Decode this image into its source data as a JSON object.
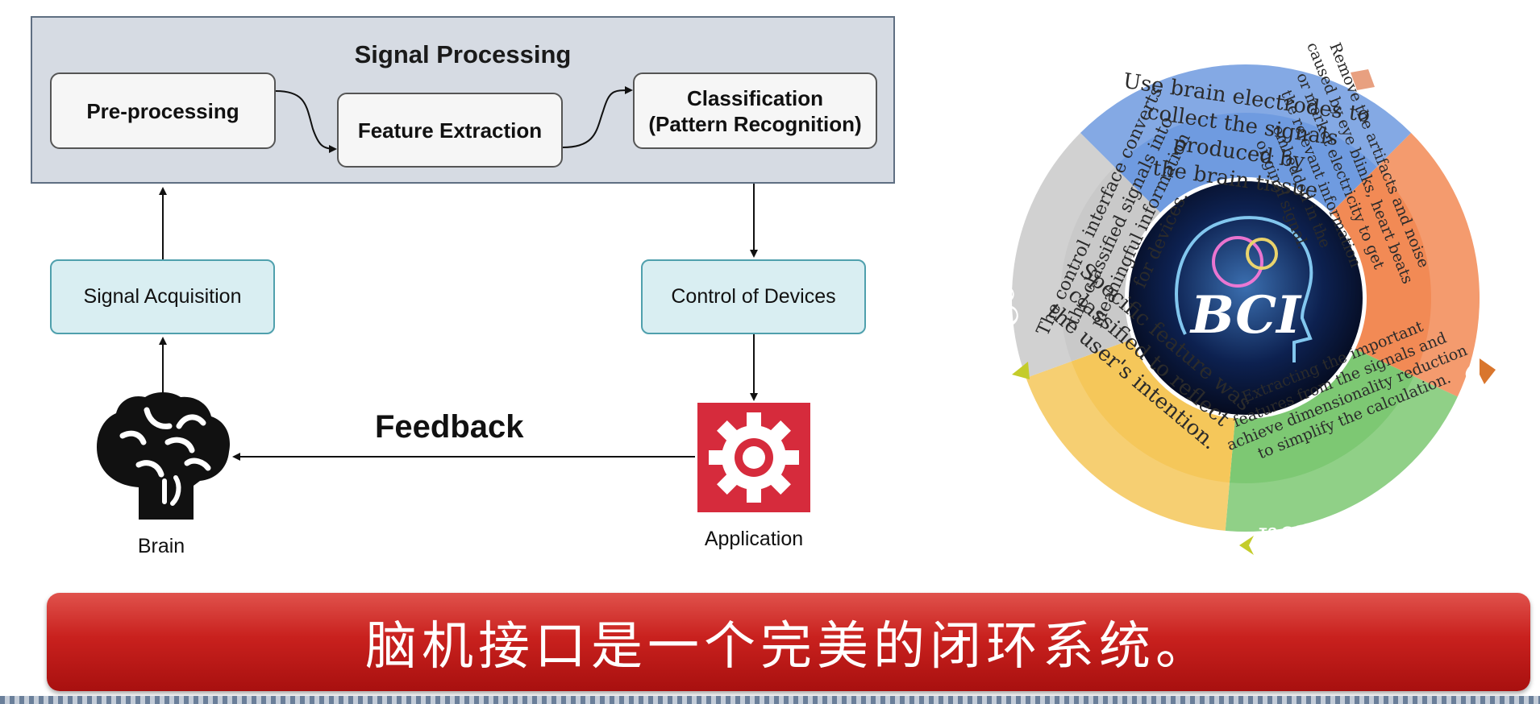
{
  "flowchart": {
    "signal_processing_title": "Signal Processing",
    "pre_processing": "Pre-processing",
    "feature_extraction": "Feature Extraction",
    "classification_line1": "Classification",
    "classification_line2": "(Pattern Recognition)",
    "signal_acquisition": "Signal Acquisition",
    "control_of_devices": "Control of Devices",
    "feedback": "Feedback",
    "brain_label": "Brain",
    "application_label": "Application",
    "brain_icon": "brain-icon",
    "application_icon": "gear-icon"
  },
  "bci_wheel": {
    "center_label": "BCI",
    "segments": [
      {
        "title": "Signal acquisition",
        "color": "#6f9be0",
        "lines": [
          "Use brain electrodes to",
          "collect the signals",
          "produced by",
          "the brain tissue"
        ]
      },
      {
        "title": "Pre-processing",
        "color": "#f28a55",
        "lines": [
          "Remove the artifacts and noise",
          "caused by eye blinks, heart beats",
          "or market electricity  to get",
          "the relevant information",
          "embedded in the",
          "original signal."
        ]
      },
      {
        "title": "Feature extraction",
        "color": "#7dc873",
        "lines": [
          "Extracting the important",
          "features from the signals and",
          "achieve dimensionality reduction",
          "to simplify the calculation."
        ]
      },
      {
        "title": "Classification",
        "color": "#f5c75a",
        "lines": [
          "Specific feature was",
          "classified to reflect",
          "the user's intention."
        ]
      },
      {
        "title": "Control interface",
        "color": "#c9c9c9",
        "lines": [
          "The control interface converts",
          "the classified signals into",
          "meaningful information",
          "for devices."
        ]
      }
    ]
  },
  "banner": {
    "text": "脑机接口是一个完美的闭环系统。",
    "color": "#c9211e"
  }
}
